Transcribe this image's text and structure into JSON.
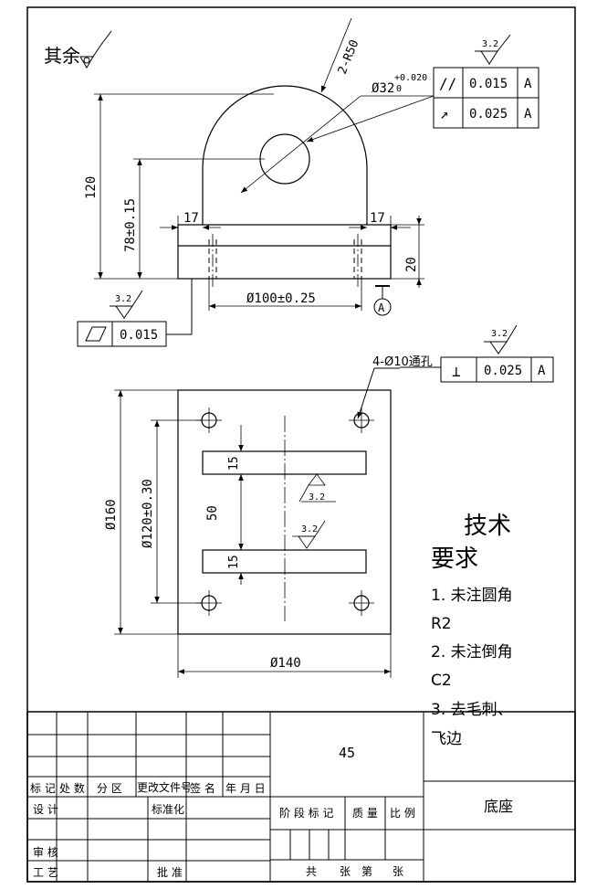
{
  "drawing": {
    "roughness_note": "其余",
    "roughness_value": "3.2",
    "dims": {
      "radius": "2-R50",
      "bore": "Ø32",
      "bore_upper": "+0.020",
      "bore_lower": "0",
      "height_total": "120",
      "height_center": "78±0.15",
      "offset_left": "17",
      "offset_right": "17",
      "base_thickness": "20",
      "hole_spacing_front": "Ø100±0.25",
      "datum": "A",
      "width_plan": "Ø160",
      "hole_spacing_plan": "Ø120±0.30",
      "slot_gap": "50",
      "slot_w1": "15",
      "slot_w2": "15",
      "length_plan": "Ø140",
      "holes": "4-Ø10通孔"
    },
    "fcf": {
      "parallel_symbol": "//",
      "parallel_value": "0.015",
      "parallel_datum": "A",
      "runout_symbol": "↗",
      "runout_value": "0.025",
      "runout_datum": "A",
      "flatness_value": "0.015",
      "perp_symbol": "⊥",
      "perp_value": "0.025",
      "perp_datum": "A"
    }
  },
  "notes": {
    "title_line1": "技术",
    "title_line2": "要求",
    "n1a": "1. 未注圆角",
    "n1b": "R2",
    "n2a": "2. 未注倒角",
    "n2b": "C2",
    "n3a": "3. 去毛刺、",
    "n3b": "飞边"
  },
  "title_block": {
    "scale_number": "45",
    "part_name": "底座",
    "hdr_mark": "标 记",
    "hdr_count": "处 数",
    "hdr_zone": "分   区",
    "hdr_doc": "更改文件号",
    "hdr_sign": "签 名",
    "hdr_date": "年 月 日",
    "design": "设 计",
    "standard": "标准化",
    "stage": "阶 段 标 记",
    "mass": "质 量",
    "ratio": "比 例",
    "review": "审 核",
    "process": "工 艺",
    "approve": "批 准",
    "total": "共",
    "sheets": "张",
    "page": "第",
    "sheet2": "张"
  }
}
